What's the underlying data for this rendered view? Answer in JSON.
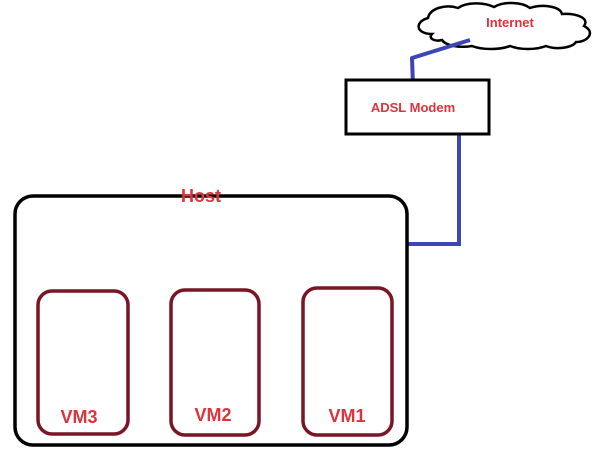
{
  "internet": {
    "label": "Internet"
  },
  "modem": {
    "label": "ADSL Modem"
  },
  "host": {
    "label": "Host"
  },
  "vms": [
    {
      "label": "VM3"
    },
    {
      "label": "VM2"
    },
    {
      "label": "VM1"
    }
  ],
  "colors": {
    "label": "#e0323a",
    "link": "#3d46b4",
    "vm_border": "#7a1526",
    "box_border": "#000000"
  }
}
